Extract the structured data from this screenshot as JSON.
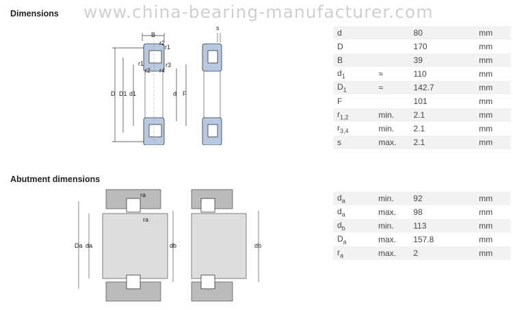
{
  "watermark": "www.china-bearing-manufacturer.com",
  "sections": {
    "dimensions_title": "Dimensions",
    "abutment_title": "Abutment dimensions"
  },
  "drawing_labels": {
    "B": "B",
    "s": "s",
    "r2": "r2",
    "r1": "r1",
    "r1b": "r1",
    "r2b": "r2",
    "r3": "r3",
    "r4": "r4",
    "D": "D",
    "D1": "D1",
    "d1": "d1",
    "d": "d",
    "F": "F",
    "ra": "ra",
    "ra2": "ra",
    "Da": "Da",
    "da": "da",
    "db": "db",
    "db2": "db"
  },
  "dimensions": [
    {
      "sym": "d",
      "sub": "",
      "qual": "",
      "val": "80",
      "unit": "mm"
    },
    {
      "sym": "D",
      "sub": "",
      "qual": "",
      "val": "170",
      "unit": "mm"
    },
    {
      "sym": "B",
      "sub": "",
      "qual": "",
      "val": "39",
      "unit": "mm"
    },
    {
      "sym": "d",
      "sub": "1",
      "qual": "≈",
      "val": "110",
      "unit": "mm"
    },
    {
      "sym": "D",
      "sub": "1",
      "qual": "≈",
      "val": "142.7",
      "unit": "mm"
    },
    {
      "sym": "F",
      "sub": "",
      "qual": "",
      "val": "101",
      "unit": "mm"
    },
    {
      "sym": "r",
      "sub": "1,2",
      "qual": "min.",
      "val": "2.1",
      "unit": "mm"
    },
    {
      "sym": "r",
      "sub": "3,4",
      "qual": "min.",
      "val": "2.1",
      "unit": "mm"
    },
    {
      "sym": "s",
      "sub": "",
      "qual": "max.",
      "val": "2.1",
      "unit": "mm"
    }
  ],
  "abutment": [
    {
      "sym": "d",
      "sub": "a",
      "qual": "min.",
      "val": "92",
      "unit": "mm"
    },
    {
      "sym": "d",
      "sub": "a",
      "qual": "max.",
      "val": "98",
      "unit": "mm"
    },
    {
      "sym": "d",
      "sub": "b",
      "qual": "min.",
      "val": "113",
      "unit": "mm"
    },
    {
      "sym": "D",
      "sub": "a",
      "qual": "max.",
      "val": "157.8",
      "unit": "mm"
    },
    {
      "sym": "r",
      "sub": "a",
      "qual": "max.",
      "val": "2",
      "unit": "mm"
    }
  ]
}
